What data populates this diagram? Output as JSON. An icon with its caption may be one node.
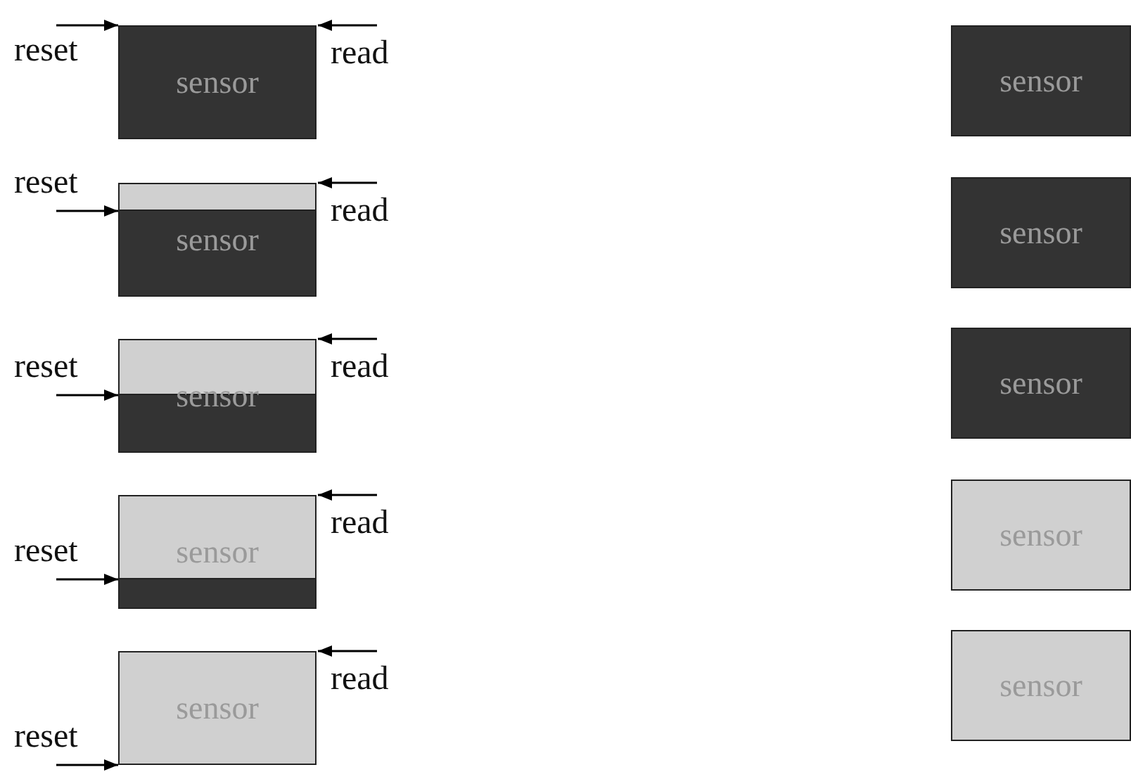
{
  "diagram": {
    "nodes": [
      {
        "text": [
          "sensor"
        ]
      },
      {
        "text": [
          "sensor"
        ]
      },
      {
        "text": [
          "sensor"
        ]
      },
      {
        "text": [
          "sensor"
        ]
      },
      {
        "text": [
          "sensor"
        ]
      },
      {
        "text": [
          "sensor"
        ]
      },
      {
        "text": [
          "sensor"
        ]
      },
      {
        "text": [
          "sensor"
        ]
      },
      {
        "text": [
          "sensor"
        ]
      },
      {
        "text": [
          "sensor"
        ]
      }
    ],
    "edges": [
      {
        "from": null,
        "to": 0,
        "arrow": "to",
        "label": "reset"
      },
      {
        "from": null,
        "to": 0,
        "arrow": "to",
        "label": "read"
      },
      {
        "from": null,
        "to": 1,
        "arrow": "to",
        "label": "reset"
      },
      {
        "from": null,
        "to": 1,
        "arrow": "to",
        "label": "read"
      },
      {
        "from": null,
        "to": 2,
        "arrow": "to",
        "label": "reset"
      },
      {
        "from": null,
        "to": 2,
        "arrow": "to",
        "label": "read"
      },
      {
        "from": null,
        "to": 3,
        "arrow": "to",
        "label": "reset"
      },
      {
        "from": null,
        "to": 3,
        "arrow": "to",
        "label": "read"
      },
      {
        "from": null,
        "to": 4,
        "arrow": "to",
        "label": "reset"
      },
      {
        "from": null,
        "to": 4,
        "arrow": "to",
        "label": "read"
      }
    ]
  }
}
